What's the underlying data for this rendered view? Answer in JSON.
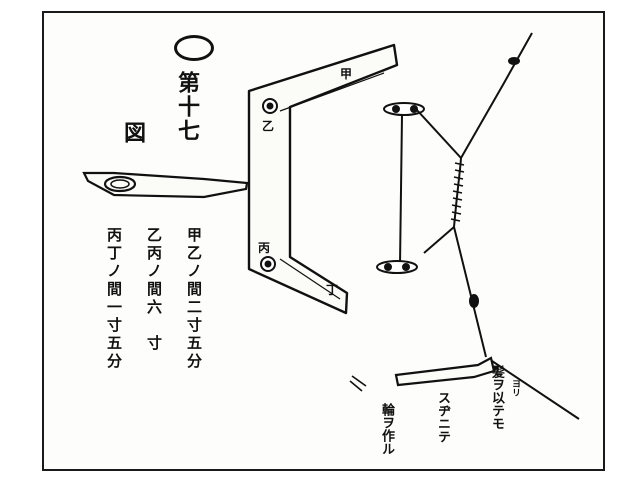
{
  "figure": {
    "title_number": "第十七",
    "title_word": "図"
  },
  "notes": [
    "甲乙ノ間二寸五分",
    "乙丙ノ間六　寸",
    "丙丁ノ間一寸五分"
  ],
  "labels": {
    "ko": "甲",
    "otsu": "乙",
    "hei": "丙",
    "tei": "丁"
  },
  "side_note": {
    "small": "ヨリ",
    "line1": "髪ヲ以テモ",
    "line2": "スヂニテ",
    "line3": "輪ヲ作ル"
  }
}
